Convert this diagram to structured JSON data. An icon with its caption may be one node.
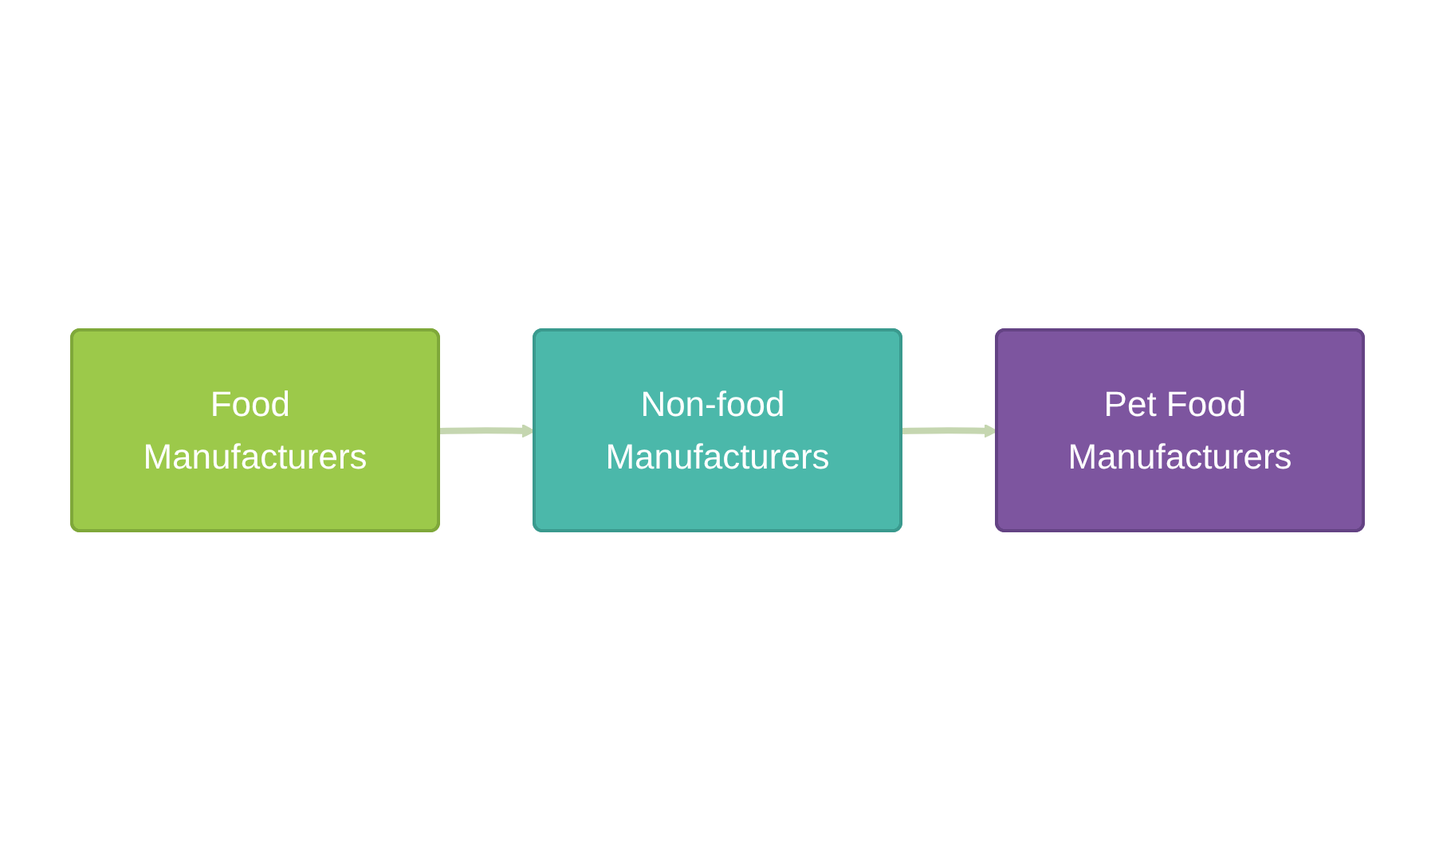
{
  "diagram": {
    "nodes": [
      {
        "text": [
          "Food Manufacturers"
        ]
      },
      {
        "text": [
          "Non-food Manufacturers"
        ]
      },
      {
        "text": [
          "Pet Food Manufacturers"
        ]
      }
    ],
    "edges": [
      {
        "from": 0,
        "to": 1,
        "arrow": "to"
      },
      {
        "from": 1,
        "to": 2,
        "arrow": "to"
      }
    ]
  }
}
